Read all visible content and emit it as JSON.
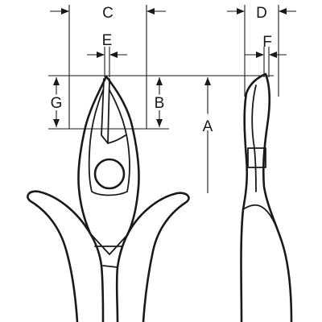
{
  "dimension_labels": {
    "a": "A",
    "b": "B",
    "c": "C",
    "d": "D",
    "e": "E",
    "f": "F",
    "g": "G"
  },
  "colors": {
    "line": "#1a1a1a",
    "background": "#ffffff"
  }
}
